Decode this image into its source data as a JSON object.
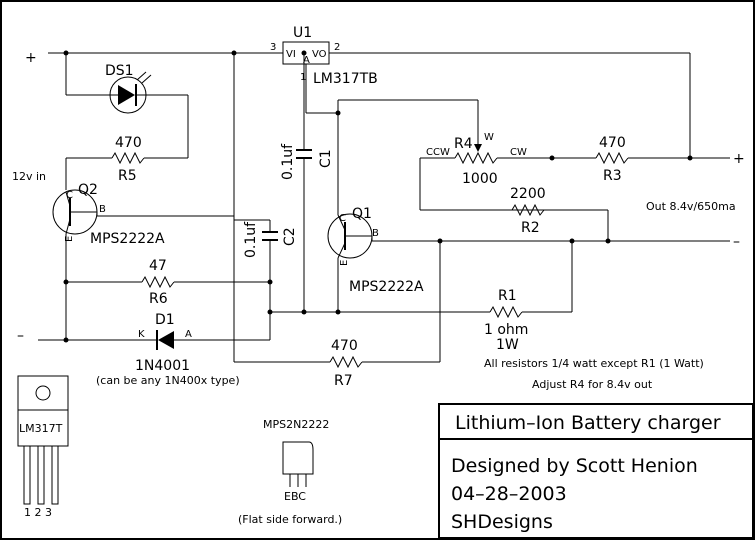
{
  "labels": {
    "plus_in": "+",
    "minus_in": "–",
    "plus_out": "+",
    "minus_out": "–",
    "input_voltage": "12v in",
    "output_spec": "Out 8.4v/650ma",
    "u1_ref": "U1",
    "u1_part": "LM317TB",
    "u1_pin_vi": "VI",
    "u1_pin_vo": "VO",
    "u1_pin_adj": "A",
    "u1_pin3": "3",
    "u1_pin2": "2",
    "u1_pin1": "1",
    "ds1": "DS1",
    "r5_value": "470",
    "r5_ref": "R5",
    "q2_ref": "Q2",
    "q2_part": "MPS2222A",
    "q1_ref": "Q1",
    "q1_part": "MPS2222A",
    "pin_c": "C",
    "pin_b": "B",
    "pin_e": "E",
    "c1_value": "0.1uf",
    "c1_ref": "C1",
    "c2_value": "0.1uf",
    "c2_ref": "C2",
    "r4_ref": "R4",
    "r4_value": "1000",
    "r4_wiper": "W",
    "ccw": "CCW",
    "cw": "CW",
    "r3_value": "470",
    "r3_ref": "R3",
    "r2_value": "2200",
    "r2_ref": "R2",
    "r6_value": "47",
    "r6_ref": "R6",
    "d1_ref": "D1",
    "d1_k": "K",
    "d1_a": "A",
    "d1_part": "1N4001",
    "d1_note": "(can be any 1N400x type)",
    "r1_ref": "R1",
    "r1_value": "1 ohm",
    "r1_power": "1W",
    "r7_value": "470",
    "r7_ref": "R7",
    "note_resistors": "All resistors 1/4 watt except R1 (1 Watt)",
    "note_adjust": "Adjust R4 for 8.4v out"
  },
  "packages": {
    "lm317t": "LM317T",
    "lm317t_pins": "1 2 3",
    "transistor": "MPS2N2222",
    "transistor_pins": "EBC",
    "transistor_note": "(Flat side forward.)"
  },
  "title_block": {
    "title": "Lithium–Ion Battery charger",
    "designer": "Designed by Scott Henion",
    "date": "04–28–2003",
    "company": "SHDesigns"
  }
}
